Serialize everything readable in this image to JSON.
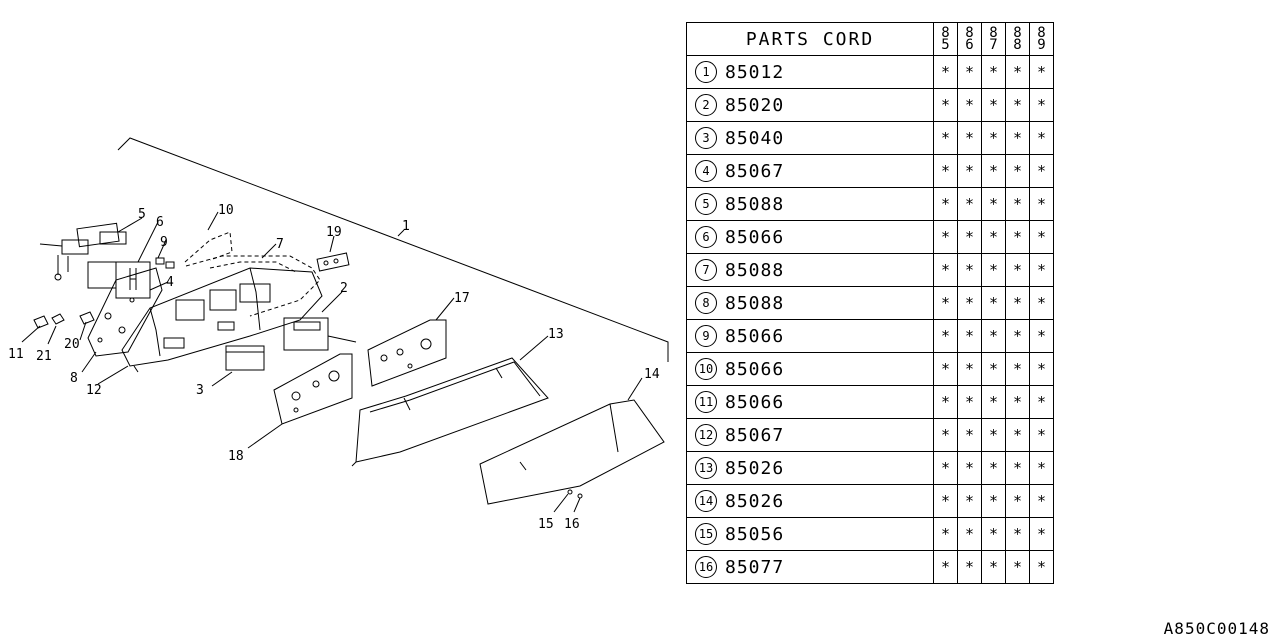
{
  "table": {
    "header": "PARTS CORD",
    "years": [
      [
        "8",
        "5"
      ],
      [
        "8",
        "6"
      ],
      [
        "8",
        "7"
      ],
      [
        "8",
        "8"
      ],
      [
        "8",
        "9"
      ]
    ],
    "rows": [
      {
        "index": "1",
        "code": "85012",
        "marks": [
          "*",
          "*",
          "*",
          "*",
          "*"
        ]
      },
      {
        "index": "2",
        "code": "85020",
        "marks": [
          "*",
          "*",
          "*",
          "*",
          "*"
        ]
      },
      {
        "index": "3",
        "code": "85040",
        "marks": [
          "*",
          "*",
          "*",
          "*",
          "*"
        ]
      },
      {
        "index": "4",
        "code": "85067",
        "marks": [
          "*",
          "*",
          "*",
          "*",
          "*"
        ]
      },
      {
        "index": "5",
        "code": "85088",
        "marks": [
          "*",
          "*",
          "*",
          "*",
          "*"
        ]
      },
      {
        "index": "6",
        "code": "85066",
        "marks": [
          "*",
          "*",
          "*",
          "*",
          "*"
        ]
      },
      {
        "index": "7",
        "code": "85088",
        "marks": [
          "*",
          "*",
          "*",
          "*",
          "*"
        ]
      },
      {
        "index": "8",
        "code": "85088",
        "marks": [
          "*",
          "*",
          "*",
          "*",
          "*"
        ]
      },
      {
        "index": "9",
        "code": "85066",
        "marks": [
          "*",
          "*",
          "*",
          "*",
          "*"
        ]
      },
      {
        "index": "10",
        "code": "85066",
        "marks": [
          "*",
          "*",
          "*",
          "*",
          "*"
        ]
      },
      {
        "index": "11",
        "code": "85066",
        "marks": [
          "*",
          "*",
          "*",
          "*",
          "*"
        ]
      },
      {
        "index": "12",
        "code": "85067",
        "marks": [
          "*",
          "*",
          "*",
          "*",
          "*"
        ]
      },
      {
        "index": "13",
        "code": "85026",
        "marks": [
          "*",
          "*",
          "*",
          "*",
          "*"
        ]
      },
      {
        "index": "14",
        "code": "85026",
        "marks": [
          "*",
          "*",
          "*",
          "*",
          "*"
        ]
      },
      {
        "index": "15",
        "code": "85056",
        "marks": [
          "*",
          "*",
          "*",
          "*",
          "*"
        ]
      },
      {
        "index": "16",
        "code": "85077",
        "marks": [
          "*",
          "*",
          "*",
          "*",
          "*"
        ]
      }
    ]
  },
  "diagram": {
    "callouts": [
      "1",
      "2",
      "3",
      "4",
      "5",
      "6",
      "7",
      "8",
      "9",
      "10",
      "11",
      "12",
      "13",
      "14",
      "15",
      "16",
      "17",
      "18",
      "19",
      "20",
      "21"
    ]
  },
  "diagram_code": "A850C00148"
}
